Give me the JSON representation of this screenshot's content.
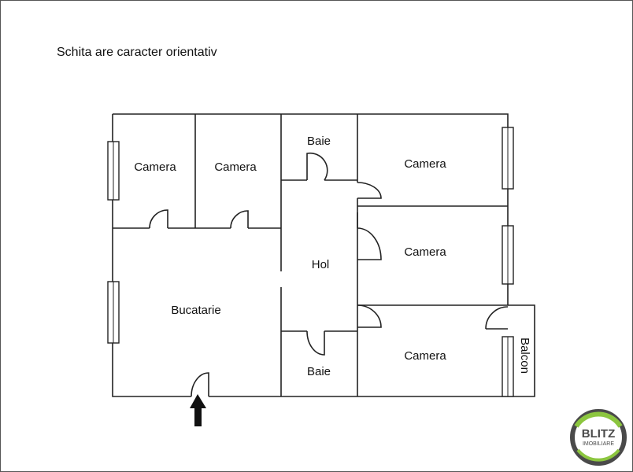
{
  "note": "Schita are caracter orientativ",
  "rooms": {
    "camera_1": "Camera",
    "camera_2": "Camera",
    "baie_top": "Baie",
    "camera_3": "Camera",
    "camera_4": "Camera",
    "hol": "Hol",
    "bucatarie": "Bucatarie",
    "baie_bottom": "Baie",
    "camera_5": "Camera",
    "balcon": "Balcon"
  },
  "entrance": {
    "icon": "arrow-up-icon"
  },
  "logo": {
    "line1": "BLITZ",
    "line2": "IMOBILIARE",
    "accent": "#8cc63f",
    "ring": "#4a4a4a"
  }
}
